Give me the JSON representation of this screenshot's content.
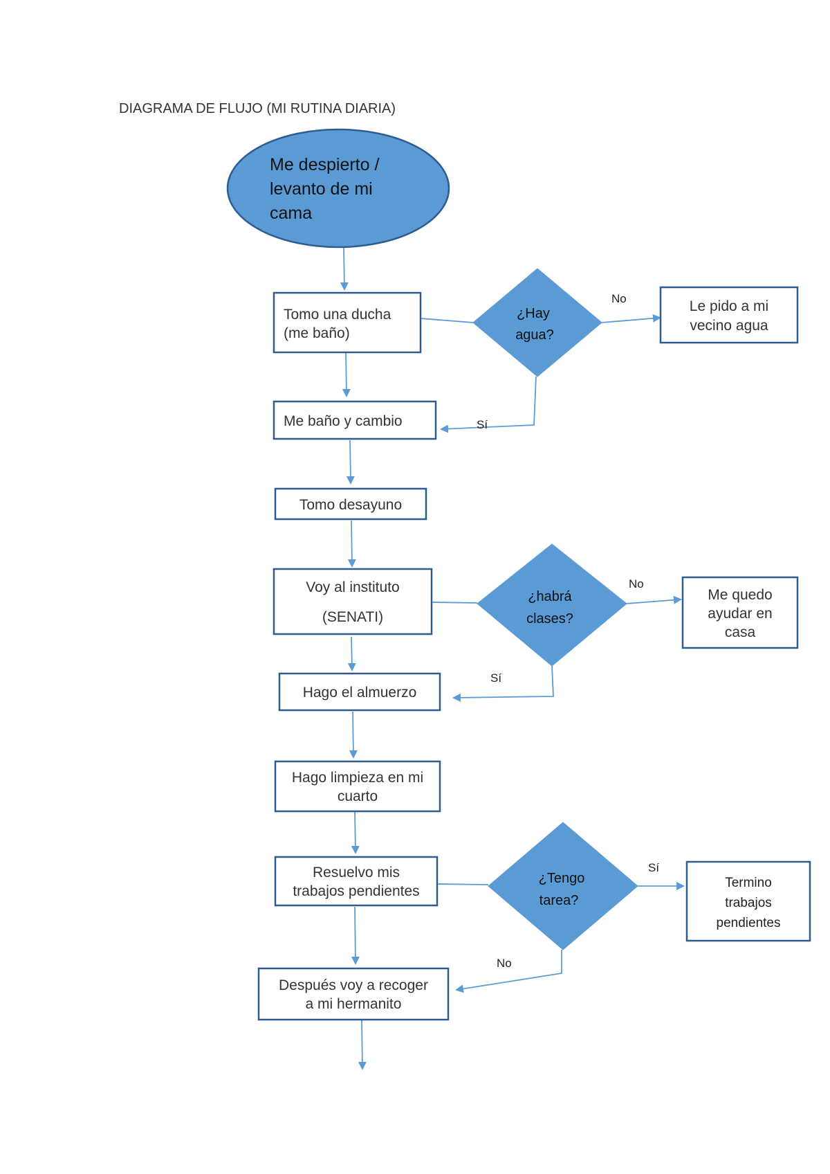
{
  "title": "DIAGRAMA DE FLUJO (MI RUTINA DIARIA)",
  "colors": {
    "accent": "#5B9BD5",
    "border": "#2F5C8F"
  },
  "start": [
    "Me despierto /",
    "levanto de mi",
    "cama"
  ],
  "steps": {
    "ducha": [
      "Tomo una ducha",
      "(me baño)"
    ],
    "cambio": [
      "Me baño y cambio"
    ],
    "desayuno": [
      "Tomo desayuno"
    ],
    "instituto": [
      "Voy al instituto",
      "(SENATI)"
    ],
    "almuerzo": [
      "Hago el almuerzo"
    ],
    "limpieza": [
      "Hago limpieza en mi",
      "cuarto"
    ],
    "trabajos": [
      "Resuelvo mis",
      "trabajos pendientes"
    ],
    "hermanito": [
      "Después voy a recoger",
      "a mi hermanito"
    ]
  },
  "decisions": {
    "agua": [
      "¿Hay",
      "agua?"
    ],
    "clases": [
      "¿habrá",
      "clases?"
    ],
    "tarea": [
      "¿Tengo",
      "tarea?"
    ]
  },
  "outcomes": {
    "vecino": [
      "Le pido a mi",
      "vecino agua"
    ],
    "ayudar": [
      "Me quedo",
      "ayudar en",
      "casa"
    ],
    "termino": [
      "Termino",
      "trabajos",
      "pendientes"
    ]
  },
  "edge_labels": {
    "agua_no": "No",
    "agua_si": "Sí",
    "clases_no": "No",
    "clases_si": "Sí",
    "tarea_si": "Sí",
    "tarea_no": "No"
  }
}
